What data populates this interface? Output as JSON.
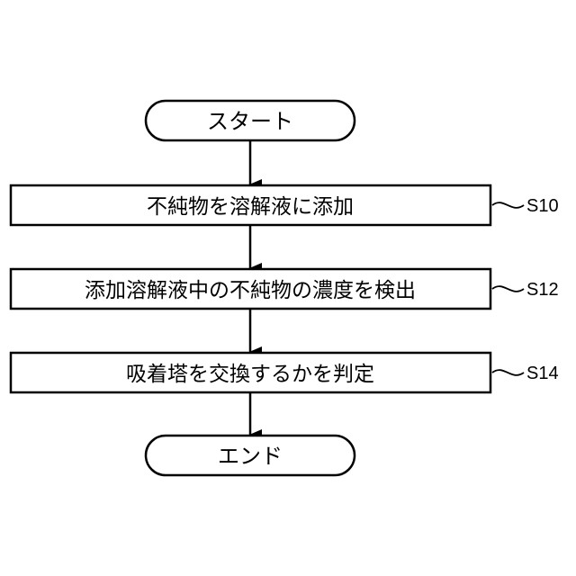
{
  "flowchart": {
    "start": "スタート",
    "end": "エンド",
    "steps": [
      {
        "text": "不純物を溶解液に添加",
        "id": "S10"
      },
      {
        "text": "添加溶解液中の不純物の濃度を検出",
        "id": "S12"
      },
      {
        "text": "吸着塔を交換するかを判定",
        "id": "S14"
      }
    ]
  }
}
